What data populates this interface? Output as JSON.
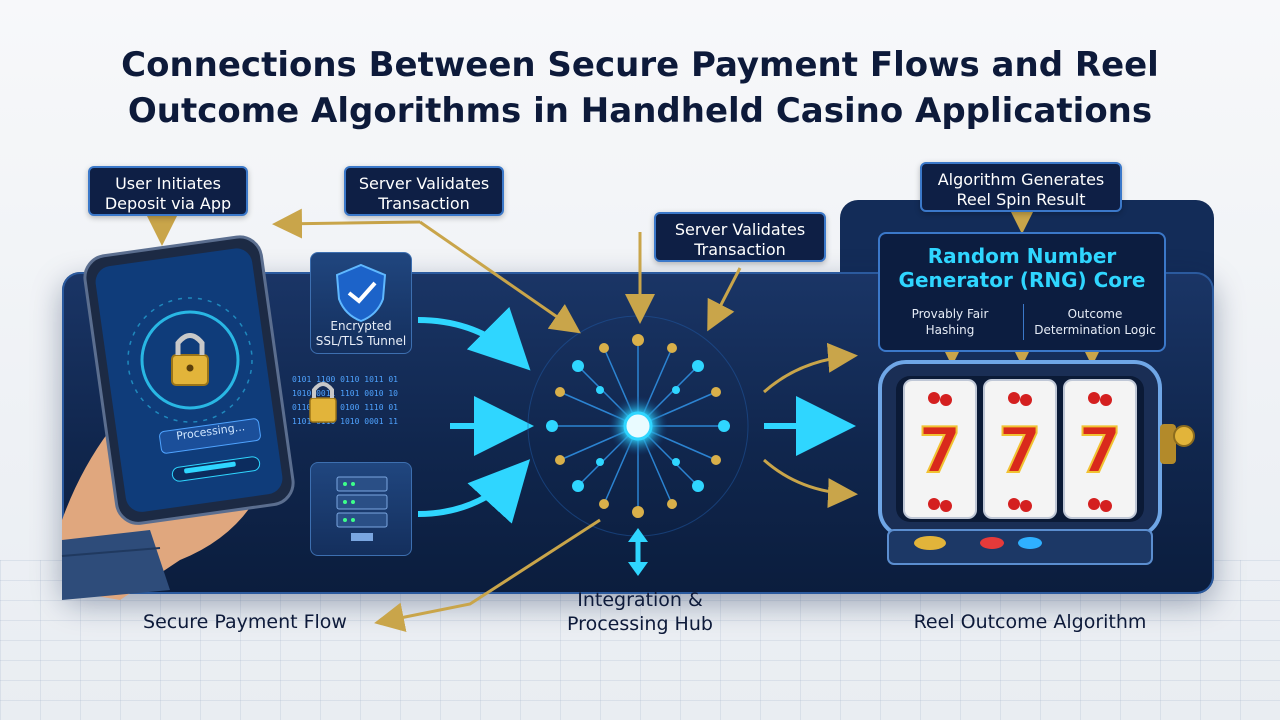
{
  "title": {
    "line1": "Connections Between Secure Payment Flows and Reel",
    "line2": "Outcome Algorithms in Handheld Casino Applications"
  },
  "labels": {
    "user_initiates": [
      "User Initiates",
      "Deposit via App"
    ],
    "server_validates_left": [
      "Server Validates",
      "Transaction"
    ],
    "server_validates_center": [
      "Server Validates",
      "Transaction"
    ],
    "algorithm_generates": [
      "Algorithm Generates",
      "Reel Spin Result"
    ]
  },
  "tunnel": {
    "line1": "Encrypted",
    "line2": "SSL/TLS Tunnel"
  },
  "phone": {
    "status": "Processing..."
  },
  "rng": {
    "title_line1": "Random Number",
    "title_line2": "Generator (RNG) Core",
    "left_line1": "Provably Fair",
    "left_line2": "Hashing",
    "right_line1": "Outcome",
    "right_line2": "Determination Logic"
  },
  "slot": {
    "symbol": "7"
  },
  "footer": {
    "left": "Secure Payment Flow",
    "center_line1": "Integration &",
    "center_line2": "Processing Hub",
    "right": "Reel Outcome Algorithm"
  },
  "icons": [
    "shield-icon",
    "lock-icon",
    "server-icon",
    "hub-icon",
    "cherry-icon",
    "phone-icon",
    "hand-icon"
  ],
  "colors": {
    "cyan": "#2fd6ff",
    "gold": "#c9a54a",
    "navy": "#0e1f45",
    "banner": "#10264d"
  }
}
